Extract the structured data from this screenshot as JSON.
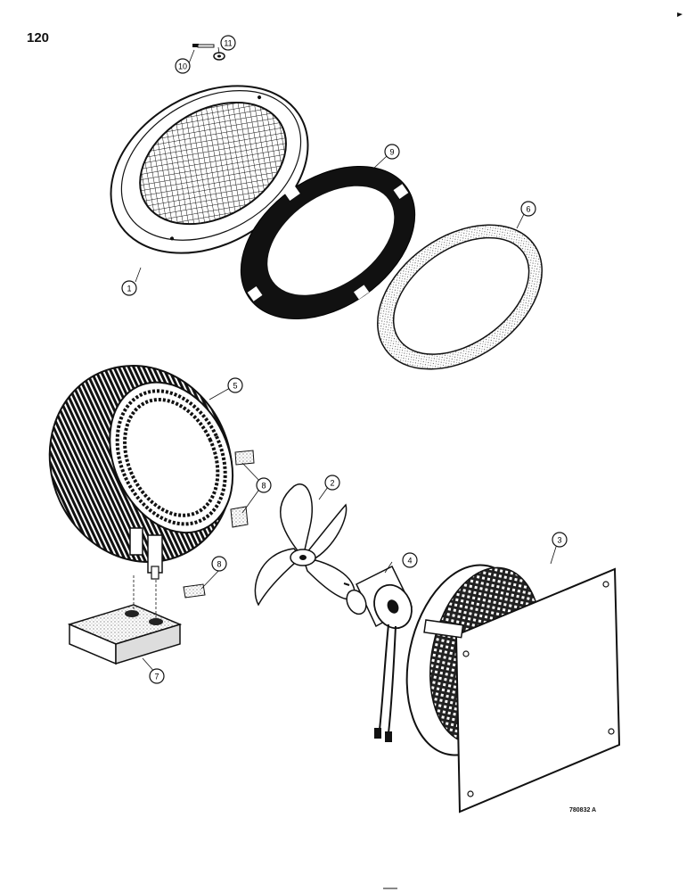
{
  "page_number": "120",
  "figure_code": "780832 A",
  "callouts": [
    {
      "id": "callout-1",
      "label": "1"
    },
    {
      "id": "callout-2",
      "label": "2"
    },
    {
      "id": "callout-3",
      "label": "3"
    },
    {
      "id": "callout-4",
      "label": "4"
    },
    {
      "id": "callout-5",
      "label": "5"
    },
    {
      "id": "callout-6",
      "label": "6"
    },
    {
      "id": "callout-7",
      "label": "7"
    },
    {
      "id": "callout-8a",
      "label": "8"
    },
    {
      "id": "callout-8b",
      "label": "8"
    },
    {
      "id": "callout-9",
      "label": "9"
    },
    {
      "id": "callout-10",
      "label": "10"
    },
    {
      "id": "callout-11",
      "label": "11"
    }
  ]
}
